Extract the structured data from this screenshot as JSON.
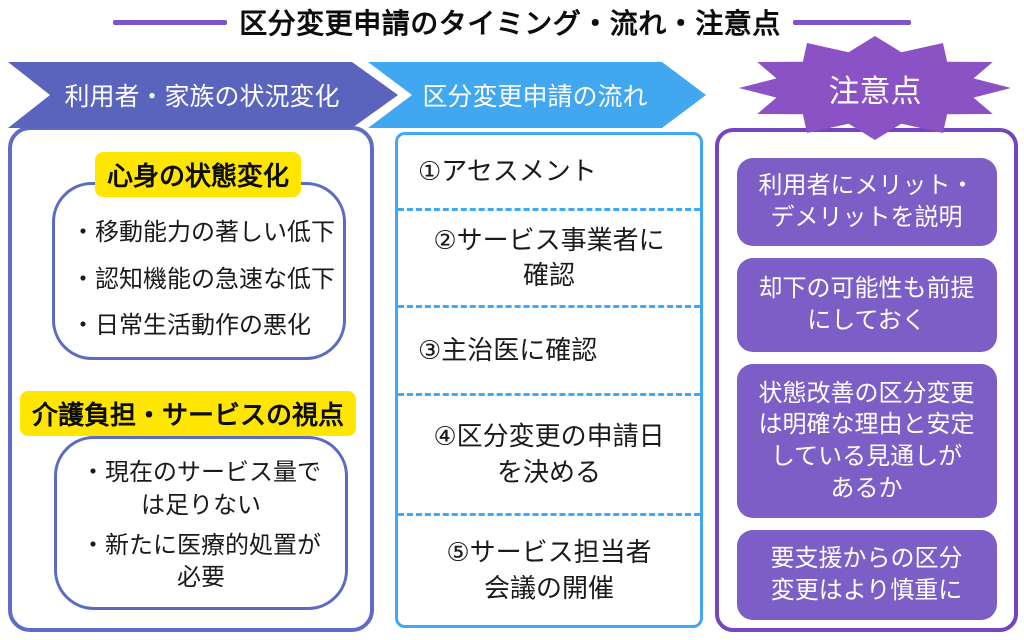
{
  "title": "区分変更申請のタイミング・流れ・注意点",
  "colors": {
    "title_line": "#7C56C8",
    "left_header_bg": "#5A64BC",
    "middle_header_bg": "#41A7F0",
    "starburst_bg": "#8A52C4",
    "note_box_bg": "#7D5EC7",
    "highlight_yellow": "#FFE600",
    "left_box_border": "#5F6CC5",
    "middle_box_border": "#3FA9F5",
    "right_box_border": "#7445C0",
    "header_text": "#FFFFFF",
    "body_text": "#1A1A1A"
  },
  "left_column": {
    "header": "利用者・家族の状況変化",
    "groups": [
      {
        "title": "心身の状態変化",
        "items": [
          [
            "・移動能力の著しい低下"
          ],
          [
            "・認知機能の急速な低下"
          ],
          [
            "・日常生活動作の悪化"
          ]
        ]
      },
      {
        "title": "介護負担・サービスの視点",
        "items": [
          [
            "・現在のサービス量で",
            "は足りない"
          ],
          [
            "・新たに医療的処置が",
            "必要"
          ]
        ]
      }
    ]
  },
  "middle_column": {
    "header": "区分変更申請の流れ",
    "steps": [
      [
        "①アセスメント"
      ],
      [
        "②サービス事業者に",
        "確認"
      ],
      [
        "③主治医に確認"
      ],
      [
        "④区分変更の申請日",
        "を決める"
      ],
      [
        "⑤サービス担当者",
        "会議の開催"
      ]
    ]
  },
  "right_column": {
    "header": "注意点",
    "notes": [
      [
        "利用者にメリット・",
        "デメリットを説明"
      ],
      [
        "却下の可能性も前提",
        "にしておく"
      ],
      [
        "状態改善の区分変更",
        "は明確な理由と安定",
        "している見通しが",
        "あるか"
      ],
      [
        "要支援からの区分",
        "変更はより慎重に"
      ]
    ]
  }
}
